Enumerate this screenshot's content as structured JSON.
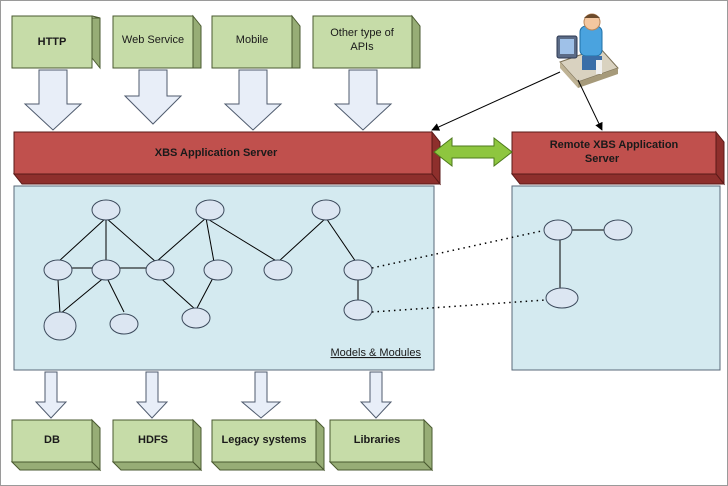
{
  "inputs": [
    {
      "label": "HTTP",
      "bold": true
    },
    {
      "label": "Web Service",
      "bold": false
    },
    {
      "label": "Mobile",
      "bold": false
    },
    {
      "label": "Other type of",
      "label2": "APIs",
      "bold": false
    }
  ],
  "server": {
    "label": "XBS Application Server"
  },
  "remote_server": {
    "label": "Remote XBS Application",
    "label2": "Server"
  },
  "modules_panel": {
    "label": "Models & Modules"
  },
  "outputs": [
    {
      "label": "DB"
    },
    {
      "label": "HDFS"
    },
    {
      "label": "Legacy systems"
    },
    {
      "label": "Libraries"
    }
  ],
  "colors": {
    "box_front": "#c6dca8",
    "box_side": "#97ad76",
    "box_top": "#dbeac6",
    "server_front": "#c0504d",
    "server_side": "#8e2f2c",
    "panel_fill": "#d4eaf0",
    "node_fill": "#dce6f2",
    "arrow_fill": "#e8eef8",
    "green_arrow": "#8ec63f"
  }
}
